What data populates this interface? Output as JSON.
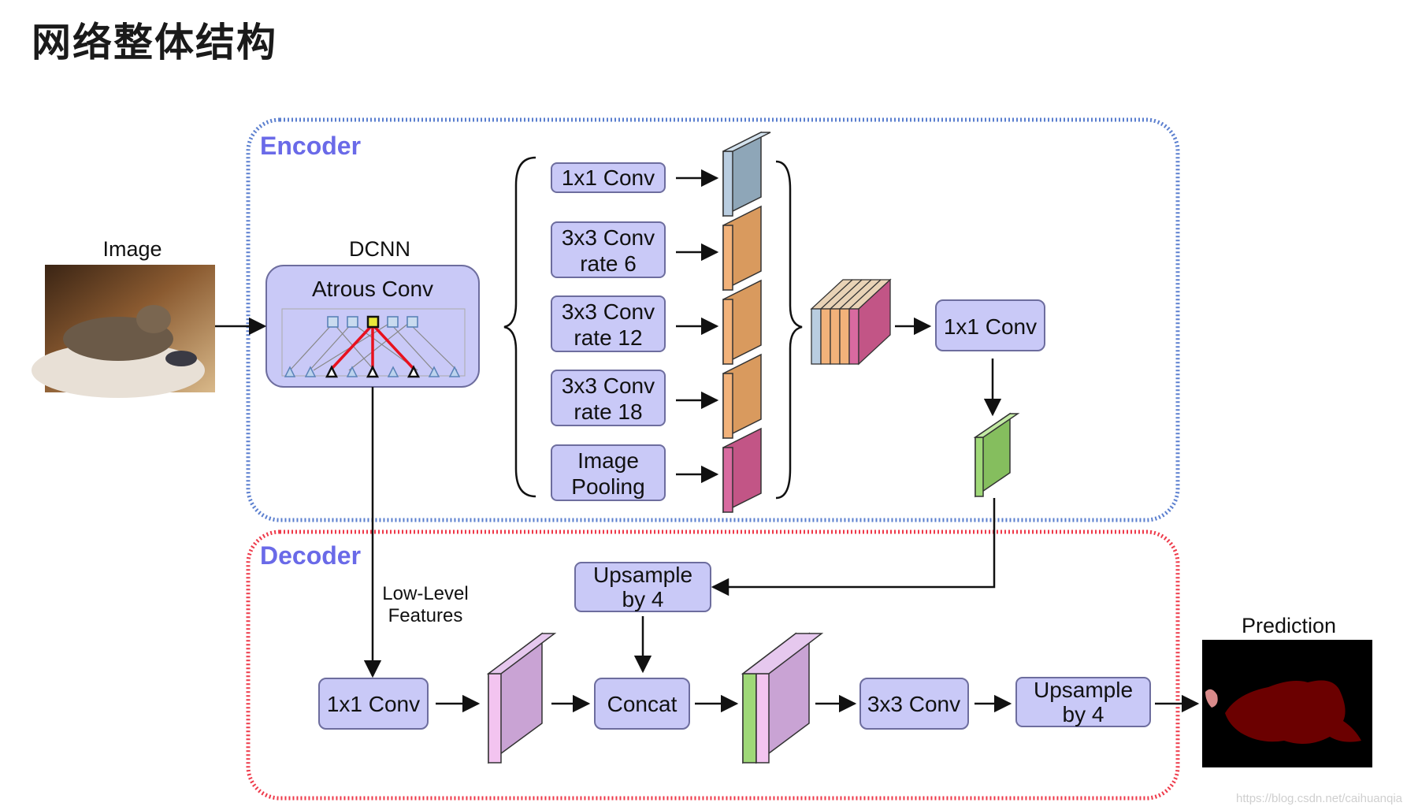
{
  "title": "网络整体结构",
  "sections": {
    "encoder": "Encoder",
    "decoder": "Decoder"
  },
  "labels": {
    "image": "Image",
    "dcnn": "DCNN",
    "atrous_conv": "Atrous Conv",
    "prediction": "Prediction",
    "low_level_1": "Low-Level",
    "low_level_2": "Features"
  },
  "aspp": [
    {
      "line1": "1x1 Conv",
      "line2": ""
    },
    {
      "line1": "3x3 Conv",
      "line2": "rate 6"
    },
    {
      "line1": "3x3 Conv",
      "line2": "rate 12"
    },
    {
      "line1": "3x3 Conv",
      "line2": "rate 18"
    },
    {
      "line1": "Image",
      "line2": "Pooling"
    }
  ],
  "encoder_conv": "1x1 Conv",
  "decoder": {
    "upsample_top_1": "Upsample",
    "upsample_top_2": "by 4",
    "conv1x1": "1x1 Conv",
    "concat": "Concat",
    "conv3x3": "3x3 Conv",
    "upsample_end_1": "Upsample",
    "upsample_end_2": "by 4"
  },
  "colors": {
    "box_fill": "#c9c9f7",
    "box_stroke": "#6d6d9e",
    "encoder_border": "#5b7fcf",
    "decoder_border": "#ee3a4a",
    "feature_blue": "#b9cde0",
    "feature_orange": "#f2b27a",
    "feature_pink": "#d86aa0",
    "feature_green": "#9fd878",
    "feature_violet": "#cfa8dc",
    "prediction_red": "#6b0000"
  },
  "watermark": "https://blog.csdn.net/caihuanqia"
}
